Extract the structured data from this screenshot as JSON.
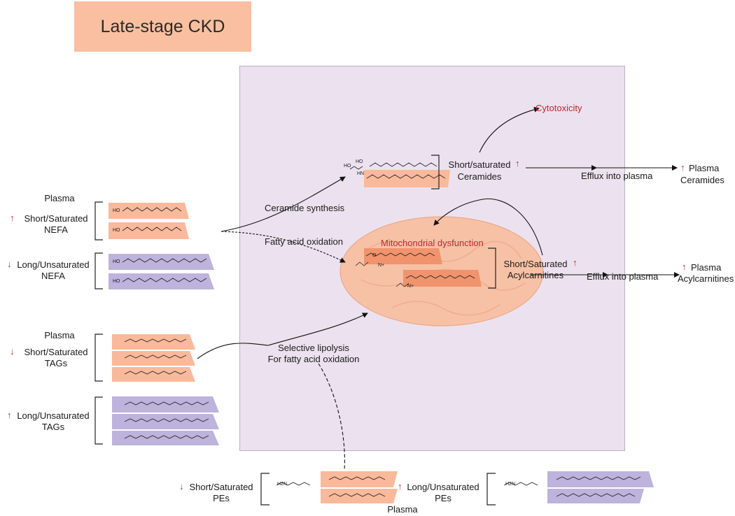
{
  "title": "Late-stage CKD",
  "left": {
    "nefa_plasma": "Plasma",
    "nefa_up_line1": "Short/Saturated",
    "nefa_up_line2": "NEFA",
    "nefa_down_line1": "Long/Unsaturated",
    "nefa_down_line2": "NEFA",
    "tag_plasma": "Plasma",
    "tag_down_line1": "Short/Saturated",
    "tag_down_line2": "TAGs",
    "tag_up_line1": "Long/Unsaturated",
    "tag_up_line2": "TAGs"
  },
  "cell": {
    "ceramide_synthesis": "Ceramide synthesis",
    "fatty_acid_oxidation": "Fatty acid oxidation",
    "cytotoxicity": "Cytotoxicity",
    "ceramides_line1": "Short/saturated",
    "ceramides_line2": "Ceramides",
    "mito_dysfunction": "Mitochondrial dysfunction",
    "acyl_line1": "Short/Saturated",
    "acyl_line2": "Acylcarnitines",
    "lipolysis_line1": "Selective lipolysis",
    "lipolysis_line2": "For fatty acid oxidation"
  },
  "right": {
    "efflux_ceramides": "Efflux into plasma",
    "plasma_ceramides_line1": "Plasma",
    "plasma_ceramides_line2": "Ceramides",
    "efflux_acyl": "Efflux into plasma",
    "plasma_acyl_line1": "Plasma",
    "plasma_acyl_line2": "Acylcarnitines"
  },
  "bottom": {
    "pe_down_line1": "Short/Saturated",
    "pe_down_line2": "PEs",
    "pe_up_line1": "Long/Unsaturated",
    "pe_up_line2": "PEs",
    "plasma": "Plasma"
  },
  "chem_labels": {
    "ho": "HO",
    "hn": "HN",
    "o": "O",
    "n_plus": "N+",
    "h2n": "H2N"
  },
  "colors": {
    "saturated_fill": "#f9b99a",
    "unsaturated_fill": "#bdb3dd",
    "mito_fill": "#f7c1a6",
    "cell_bg": "#ece2ef",
    "title_bg": "#f9bfa0",
    "up_down_arrow": "#c0282a",
    "highlight_text": "#c0282a"
  }
}
